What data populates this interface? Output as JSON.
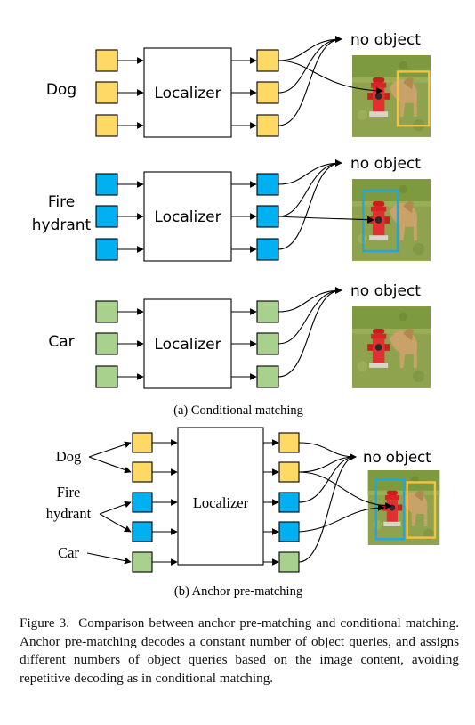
{
  "colors": {
    "dog": "#FFD966",
    "fire_hydrant": "#00B0F0",
    "car": "#A9D18E",
    "dog_box": "#F5C242",
    "hydrant_box": "#1FA8E0",
    "stroke": "#000000"
  },
  "panel_a": {
    "caption": "(a) Conditional matching",
    "rows": [
      {
        "class_label": [
          "Dog"
        ],
        "localizer_label": "Localizer",
        "no_object_label": "no object"
      },
      {
        "class_label": [
          "Fire",
          "hydrant"
        ],
        "localizer_label": "Localizer",
        "no_object_label": "no object"
      },
      {
        "class_label": [
          "Car"
        ],
        "localizer_label": "Localizer",
        "no_object_label": "no object"
      }
    ]
  },
  "panel_b": {
    "caption": "(b) Anchor pre-matching",
    "class_labels": [
      [
        "Dog"
      ],
      [
        "Fire",
        "hydrant"
      ],
      [
        "Car"
      ]
    ],
    "localizer_label": "Localizer",
    "no_object_label": "no object"
  },
  "caption": {
    "label": "Figure 3.",
    "text": "Comparison between anchor pre-matching and conditional matching. Anchor pre-matching decodes a constant number of object queries, and assigns different numbers of object queries based on the image content, avoiding repetitive decoding as in conditional matching."
  }
}
